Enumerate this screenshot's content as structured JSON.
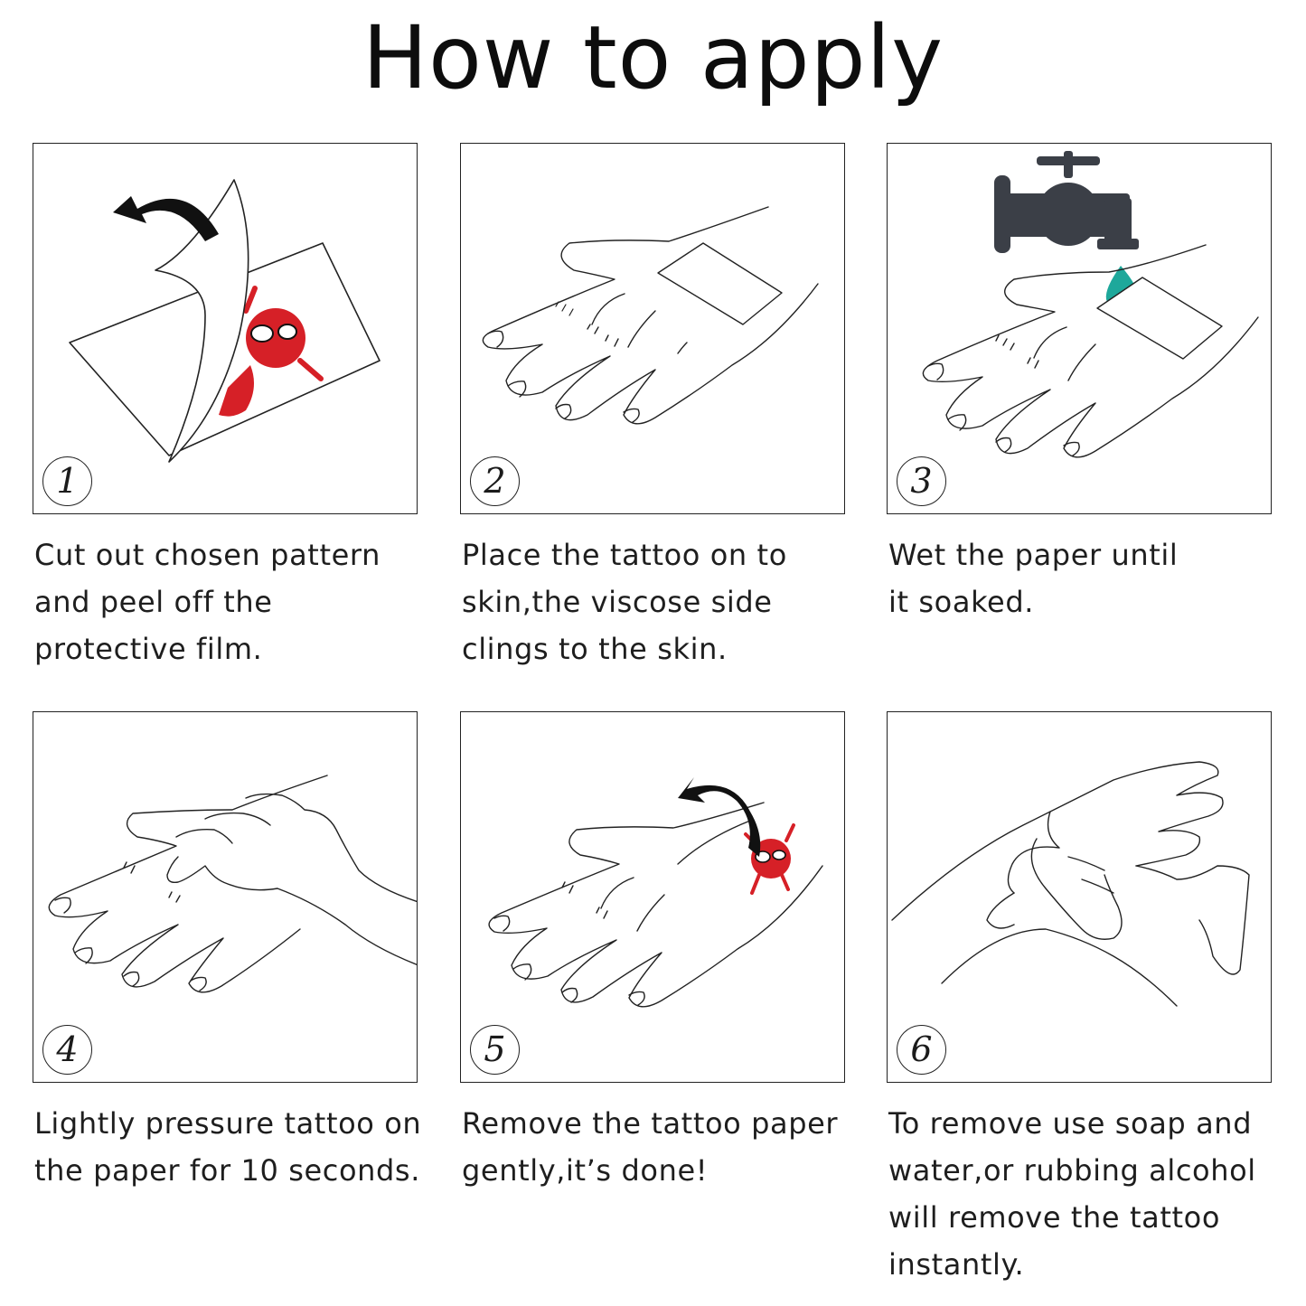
{
  "title": "How to apply",
  "colors": {
    "ink": "#222222",
    "faucet": "#3b3f47",
    "water": "#1ea89b",
    "spider_red": "#d62027"
  },
  "steps": [
    {
      "number": "1",
      "icon": "peel-film-icon",
      "lines": [
        "Cut out chosen pattern",
        "and peel off the",
        "protective film."
      ]
    },
    {
      "number": "2",
      "icon": "hand-with-tattoo-icon",
      "lines": [
        "Place the tattoo on to",
        "skin,the viscose side",
        "clings to the skin."
      ]
    },
    {
      "number": "3",
      "icon": "faucet-water-icon",
      "lines": [
        "Wet the paper until",
        "it soaked."
      ]
    },
    {
      "number": "4",
      "icon": "hand-press-icon",
      "lines": [
        "Lightly pressure tattoo on",
        "the paper for 10 seconds."
      ]
    },
    {
      "number": "5",
      "icon": "remove-paper-icon",
      "lines": [
        "Remove the tattoo paper",
        "gently,it’s done!"
      ]
    },
    {
      "number": "6",
      "icon": "wash-arm-icon",
      "lines": [
        "To remove use soap and",
        "water,or rubbing alcohol",
        "will remove the tattoo",
        "instantly."
      ]
    }
  ]
}
